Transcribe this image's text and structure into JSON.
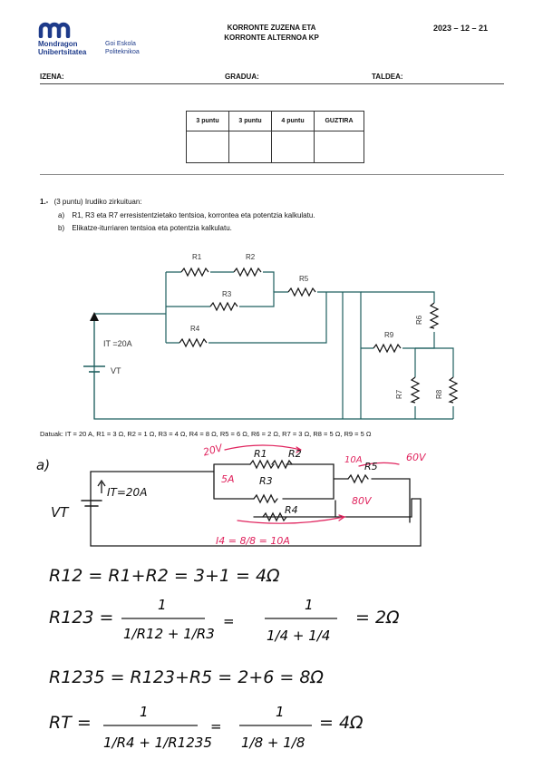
{
  "header": {
    "logo_line1": "Mondragon",
    "logo_line2": "Unibertsitatea",
    "school_line1": "Goi Eskola",
    "school_line2": "Politeknikoa",
    "title_line1": "KORRONTE ZUZENA ETA",
    "title_line2": "KORRONTE ALTERNOA KP",
    "date": "2023 – 12 – 21",
    "logo_color": "#1d3a8a"
  },
  "fields": {
    "name": "IZENA:",
    "grade": "GRADUA:",
    "group": "TALDEA:"
  },
  "score_table": {
    "headers": [
      "3 puntu",
      "3 puntu",
      "4 puntu",
      "GUZTIRA"
    ]
  },
  "question": {
    "number": "1.-",
    "intro": "(3 puntu) Irudiko zirkuituan:",
    "part_a_label": "a)",
    "part_a": "R1, R3 eta R7 erresistentzietako tentsioa, korrontea eta potentzia kalkulatu.",
    "part_b_label": "b)",
    "part_b": "Elikatze-iturriaren tentsioa eta potentzia kalkulatu."
  },
  "circuit": {
    "labels": [
      "R1",
      "R2",
      "R3",
      "R4",
      "R5",
      "R6",
      "R7",
      "R8",
      "R9"
    ],
    "source_current": "IT =20A",
    "source_voltage": "VT",
    "wire_color": "#1f5f5f"
  },
  "data_line": "Datuak: IT = 20 A, R1 = 3 Ω, R2 = 1 Ω, R3 = 4 Ω, R4 = 8 Ω, R5 = 6 Ω, R6 = 2 Ω, R7 = 3 Ω, R8 = 5 Ω, R9 = 5 Ω",
  "handwriting": {
    "part_label": "a)",
    "source_current": "IT=20A",
    "source_voltage": "VT",
    "r1": "R1",
    "r2": "R2",
    "r3": "R3",
    "r4": "R4",
    "r5": "R5",
    "v_20": "20V",
    "i_5": "5A",
    "i_10": "10A",
    "v_60": "60V",
    "v_80": "80V",
    "i4": "I4 = 8/8 = 10A",
    "eq1": "R12 = R1+R2 = 3+1 = 4Ω",
    "eq2_lhs": "R123 =",
    "eq2_rhs": "= 2Ω",
    "eq3": "R1235 = R123+R5 = 2+6 = 8Ω",
    "eq4_lhs": "RT =",
    "eq4_rhs": "= 4Ω",
    "ink_color": "#1a1a1a",
    "red_ink": "#e0245e"
  }
}
